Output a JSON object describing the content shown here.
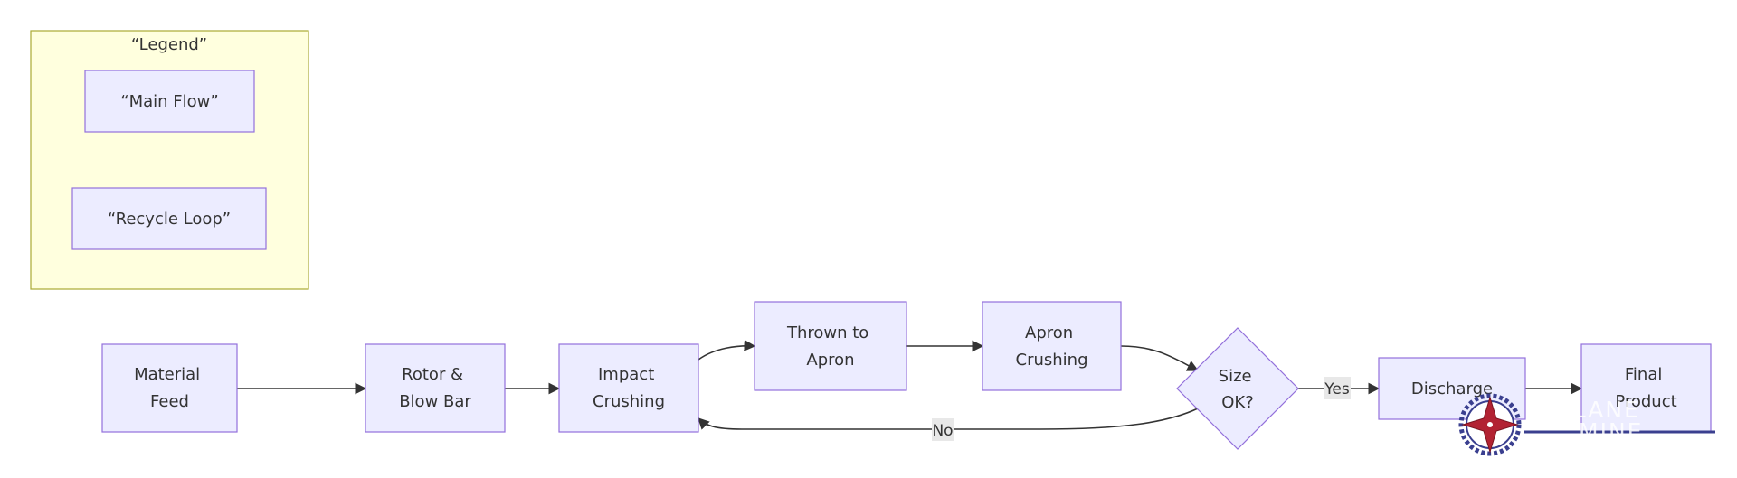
{
  "legend": {
    "title": "“Legend”",
    "items": [
      "“Main Flow”",
      "“Recycle Loop”"
    ]
  },
  "nodes": {
    "feed": [
      "Material",
      "Feed"
    ],
    "rotor": [
      "Rotor &",
      "Blow Bar"
    ],
    "impact": [
      "Impact",
      "Crushing"
    ],
    "thrown": [
      "Thrown to",
      "Apron"
    ],
    "apron": [
      "Apron",
      "Crushing"
    ],
    "size": [
      "Size",
      "OK?"
    ],
    "discharge": [
      "Discharge"
    ],
    "final": [
      "Final",
      "Product"
    ]
  },
  "edges": {
    "yes_label": "Yes",
    "no_label": "No"
  },
  "watermark": {
    "text_line1": "G  CLANE",
    "text_line2": "MINE",
    "colors": {
      "compass": "#b22232",
      "ring": "#3a3f8f"
    }
  },
  "colors": {
    "node_fill": "#ECECFF",
    "node_stroke": "#9370DB",
    "legend_fill": "#FFFFDE",
    "legend_stroke": "#AAAA33",
    "edge": "#333333"
  }
}
